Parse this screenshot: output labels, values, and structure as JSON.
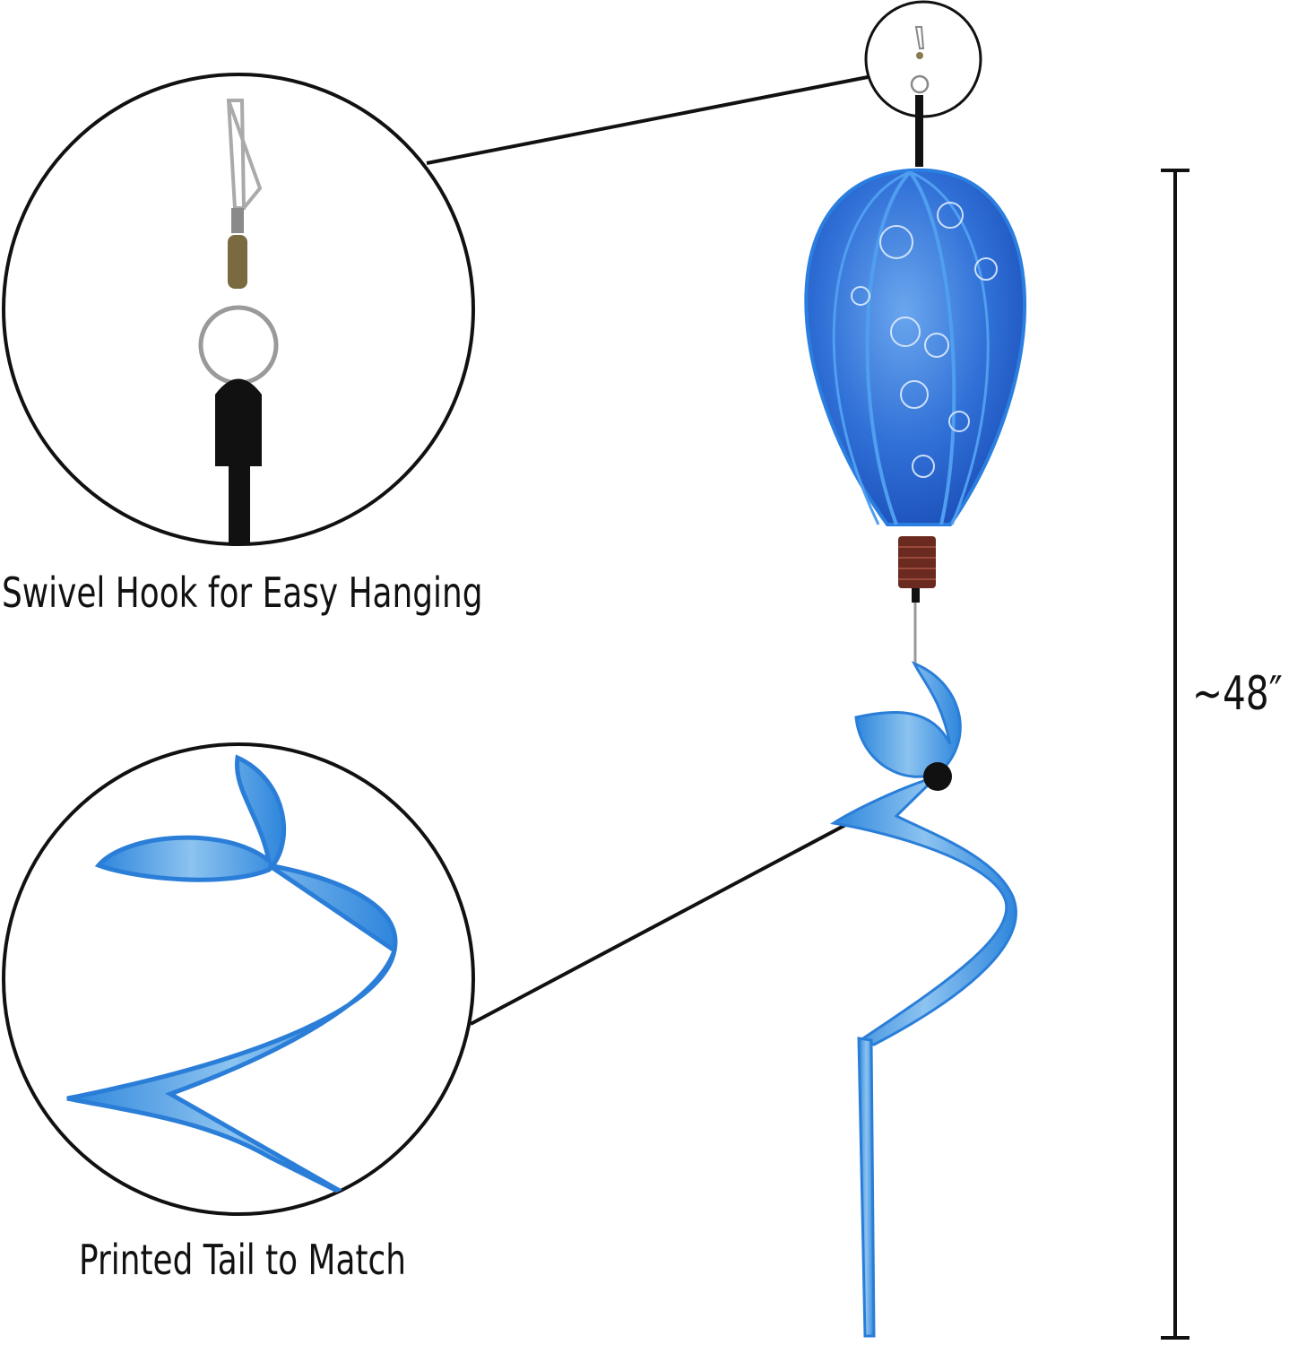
{
  "callouts": [
    {
      "label": "Swivel Hook for Easy Hanging"
    },
    {
      "label": "Printed Tail to Match"
    }
  ],
  "dimension": {
    "label": "~48″"
  },
  "colors": {
    "balloon": "#2f6fd6",
    "tail": "#3a8ee0",
    "basket": "#6b2a1f",
    "line": "#111111"
  }
}
